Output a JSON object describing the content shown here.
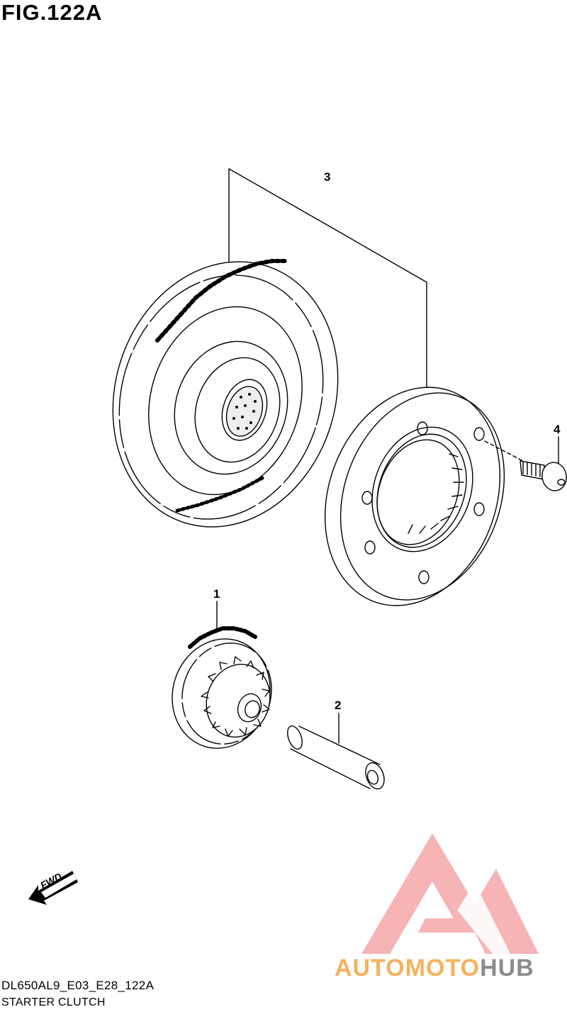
{
  "figure": {
    "title": "FIG.122A"
  },
  "callouts": [
    {
      "id": "3",
      "label": "3"
    },
    {
      "id": "4",
      "label": "4"
    },
    {
      "id": "1",
      "label": "1"
    },
    {
      "id": "2",
      "label": "2"
    }
  ],
  "fwd_label": "FWD",
  "footer": {
    "code": "DL650AL9_E03_E28_122A",
    "name": "STARTER CLUTCH"
  },
  "watermark": {
    "part1": "AUTOMOTO",
    "part2": "HUB",
    "color_primary": "#f08a8a",
    "color_accent": "#f6b15e",
    "color_gray": "#8c8c8c"
  }
}
